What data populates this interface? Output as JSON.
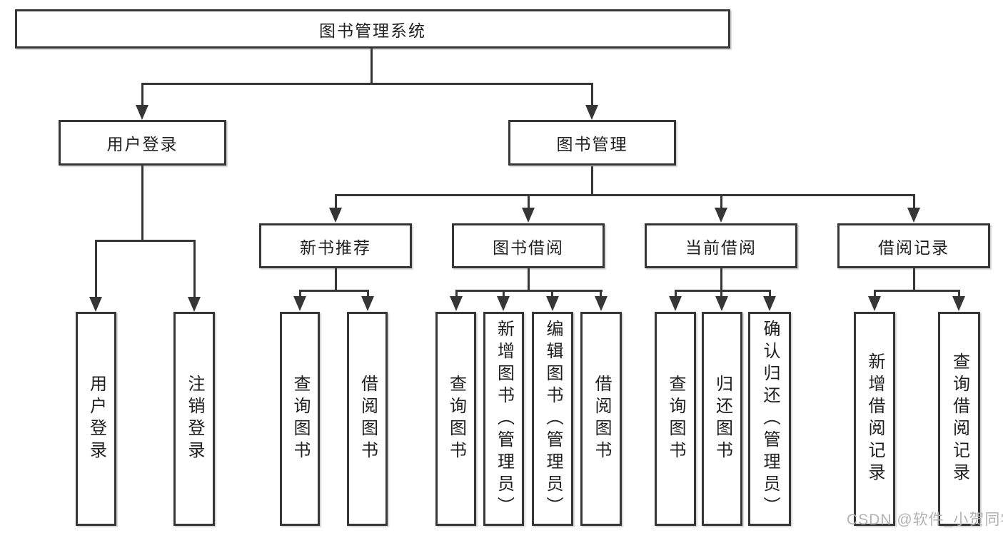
{
  "tree": {
    "label": "图书管理系统",
    "children": [
      {
        "label": "用户登录",
        "children": [
          {
            "label": "用户登录"
          },
          {
            "label": "注销登录"
          }
        ]
      },
      {
        "label": "图书管理",
        "children": [
          {
            "label": "新书推荐",
            "children": [
              {
                "label": "查询图书"
              },
              {
                "label": "借阅图书"
              }
            ]
          },
          {
            "label": "图书借阅",
            "children": [
              {
                "label": "查询图书"
              },
              {
                "label": "新增图书（管理员）"
              },
              {
                "label": "编辑图书（管理员）"
              },
              {
                "label": "借阅图书"
              }
            ]
          },
          {
            "label": "当前借阅",
            "children": [
              {
                "label": "查询图书"
              },
              {
                "label": "归还图书"
              },
              {
                "label": "确认归还（管理员）"
              }
            ]
          },
          {
            "label": "借阅记录",
            "children": [
              {
                "label": "新增借阅记录"
              },
              {
                "label": "查询借阅记录"
              }
            ]
          }
        ]
      }
    ]
  },
  "watermark": "CSDN @软件_小贺同学",
  "colors": {
    "line": "#363636",
    "text": "#1f1f1f",
    "watermark": "#b3b3b3",
    "background": "#ffffff"
  }
}
